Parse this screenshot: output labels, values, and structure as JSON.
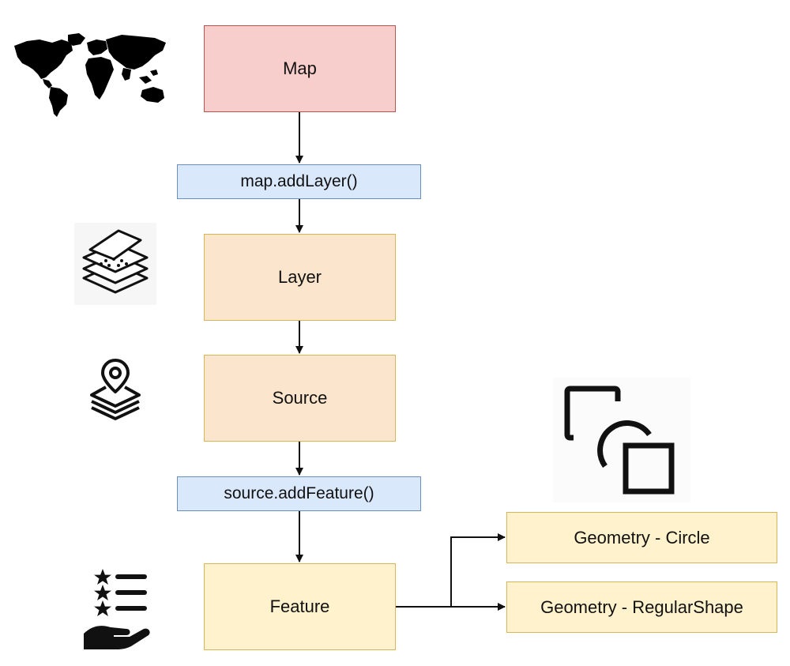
{
  "diagram": {
    "nodes": {
      "map": {
        "label": "Map",
        "fill": "#f8cecc",
        "stroke": "#b85450"
      },
      "add_layer_call": {
        "label": "map.addLayer()",
        "fill": "#dae8fc",
        "stroke": "#6c8ebf"
      },
      "layer": {
        "label": "Layer",
        "fill": "#fbe6cd",
        "stroke": "#d6b656"
      },
      "source": {
        "label": "Source",
        "fill": "#fbe6cd",
        "stroke": "#d6b656"
      },
      "add_feature_call": {
        "label": "source.addFeature()",
        "fill": "#dae8fc",
        "stroke": "#6c8ebf"
      },
      "feature": {
        "label": "Feature",
        "fill": "#fff2cc",
        "stroke": "#d6b656"
      },
      "geometry_circle": {
        "label": "Geometry - Circle",
        "fill": "#fff2cc",
        "stroke": "#d6b656"
      },
      "geometry_regularshape": {
        "label": "Geometry - RegularShape",
        "fill": "#fff2cc",
        "stroke": "#d6b656"
      }
    },
    "edges": [
      {
        "from": "map",
        "to": "add_layer_call"
      },
      {
        "from": "add_layer_call",
        "to": "layer"
      },
      {
        "from": "layer",
        "to": "source"
      },
      {
        "from": "source",
        "to": "add_feature_call"
      },
      {
        "from": "add_feature_call",
        "to": "feature"
      },
      {
        "from": "feature",
        "to": "geometry_circle"
      },
      {
        "from": "feature",
        "to": "geometry_regularshape"
      }
    ],
    "icons": [
      "world-map-icon",
      "layers-icon",
      "map-pin-layers-icon",
      "shapes-icon",
      "rated-list-hand-icon"
    ],
    "edge_color": "#111111"
  }
}
